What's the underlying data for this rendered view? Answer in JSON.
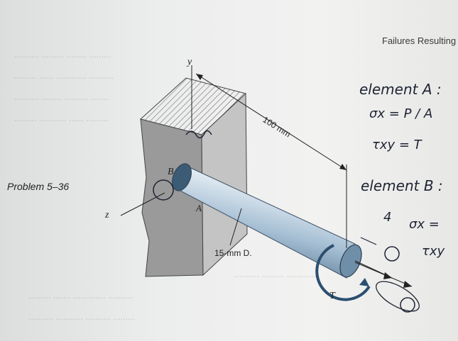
{
  "page": {
    "running_head": "Failures Resulting"
  },
  "figure": {
    "problem_label": "Problem 5–36",
    "labels": {
      "y_axis": "y",
      "z_axis": "z",
      "point_b": "B",
      "point_a": "A",
      "length": "100 mm",
      "diameter": "15-mm D.",
      "torque": "T"
    }
  },
  "handwriting": {
    "element_a_heading": "element A :",
    "sigma_x_a": "σx = P / A",
    "tau_xy_a": "τxy = T",
    "element_b_heading": "element B :",
    "number_4": "4",
    "sigma_x_b": "σx =",
    "tau_xy_b": "τxy"
  },
  "colors": {
    "shaft_light": "#c9d9e6",
    "shaft_dark": "#41617c",
    "wall": "#8a8a8a",
    "ink_blue": "#1f2433"
  }
}
